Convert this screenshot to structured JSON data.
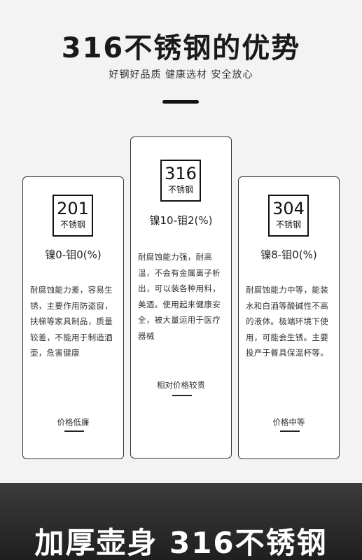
{
  "header": {
    "title": "316不锈钢的优势",
    "subtitle": "好钢好品质 健康选材 安全放心"
  },
  "cards": [
    {
      "grade": "201",
      "grade_label": "不锈钢",
      "ratio": "镍0-钼0(%)",
      "description": "耐腐蚀能力差，容易生锈，主要作用防盗窗，扶梯等家具制品，质量较差，不能用于制造酒壶，危害健康",
      "price": "价格低廉"
    },
    {
      "grade": "316",
      "grade_label": "不锈钢",
      "ratio": "镍10-钼2(%)",
      "description": "耐腐蚀能力强，耐高温，不会有金属离子析出，可以装各种用料，美酒。使用起来健康安全，被大量运用于医疗器械",
      "price": "相对价格较贵"
    },
    {
      "grade": "304",
      "grade_label": "不锈钢",
      "ratio": "镍8-钼0(%)",
      "description": "耐腐蚀能力中等，能装水和白酒等酸碱性不高的液体。极端环境下使用，可能会生锈。主要投产于餐具保温杯等。",
      "price": "价格中等"
    }
  ],
  "banner": {
    "text": "加厚壶身 316不锈钢"
  }
}
